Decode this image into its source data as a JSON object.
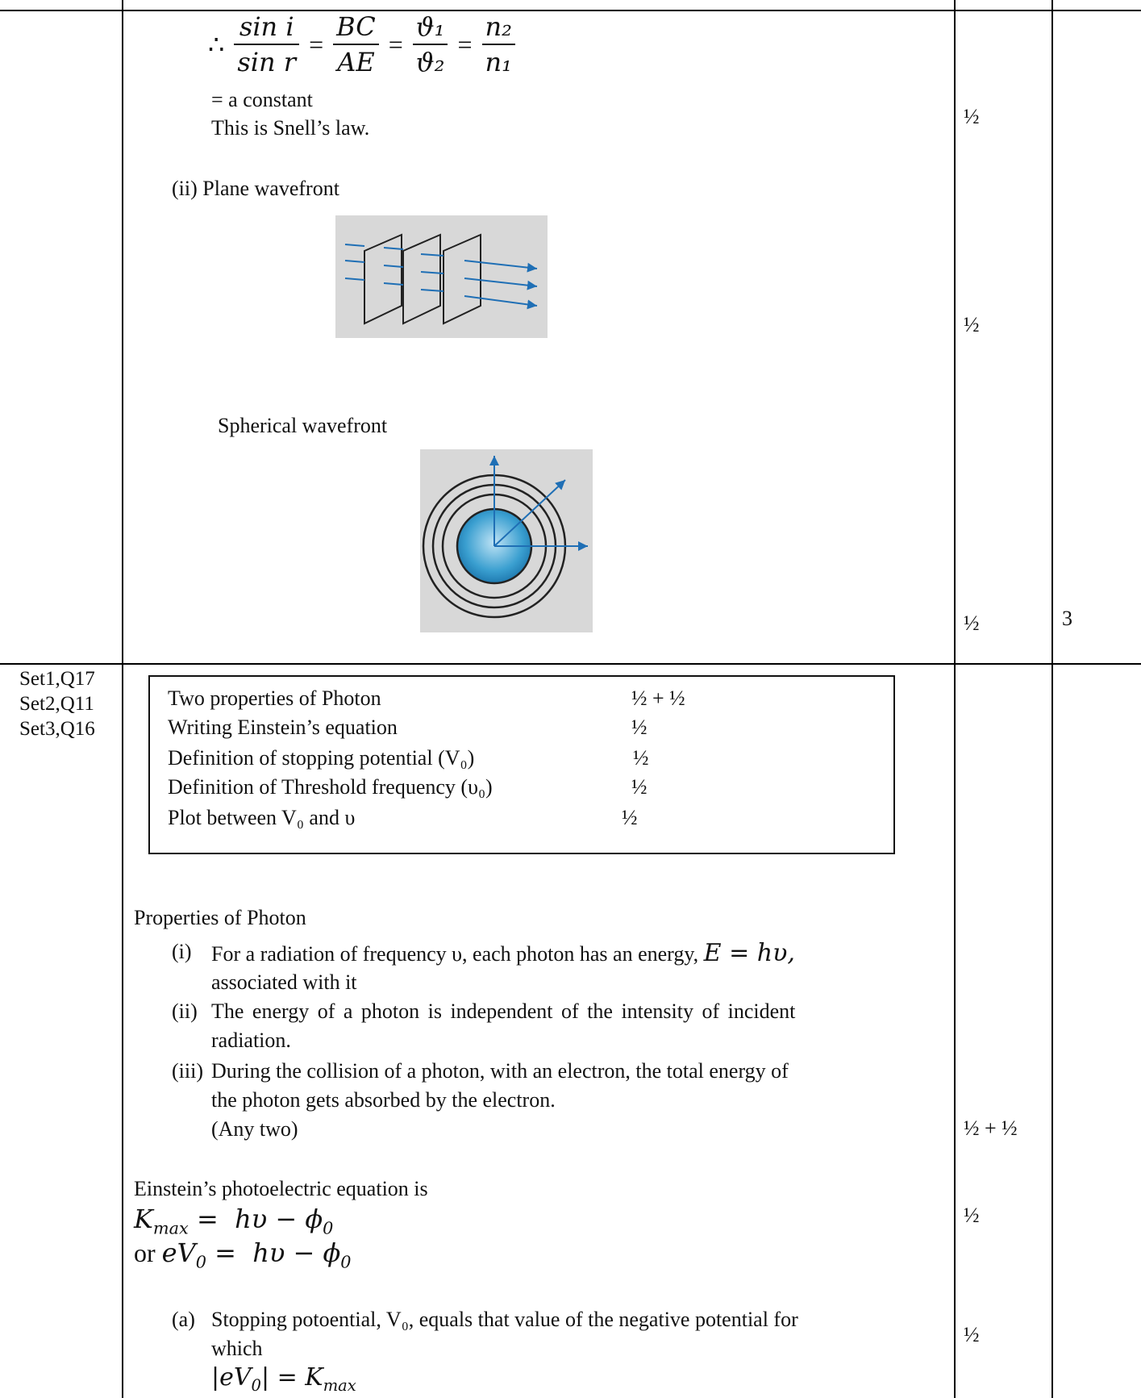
{
  "snell": {
    "therefore": "∴",
    "lhs_num": "sin i",
    "lhs_den": "sin r",
    "f2_num": "BC",
    "f2_den": "AE",
    "f3_num": "ϑ₁",
    "f3_den": "ϑ₂",
    "f4_num": "n₂",
    "f4_den": "n₁",
    "constant": "= a constant",
    "law": "This is Snell’s law.",
    "mark": "½"
  },
  "wavefronts": {
    "plane_label": "(ii)  Plane wavefront",
    "plane_mark": "½",
    "spherical_label": "Spherical wavefront",
    "spherical_mark": "½",
    "total": "3"
  },
  "question2": {
    "refs": [
      "Set1,Q17",
      "Set2,Q11",
      "Set3,Q16"
    ],
    "rubric": [
      {
        "item": "Two properties of Photon",
        "mark": "½ + ½"
      },
      {
        "item": "Writing Einstein’s equation",
        "mark": "½"
      },
      {
        "item": "Definition of stopping potential (V₀)",
        "mark": "½"
      },
      {
        "item": "Definition of Threshold frequency (υ₀)",
        "mark": "½"
      },
      {
        "item": "Plot between V₀ and υ",
        "mark": "½"
      }
    ],
    "props_heading": "Properties of Photon",
    "prop1_num": "(i)",
    "prop1_line1": "For a radiation of frequency υ, each photon has an energy, ",
    "prop1_eq": "E = hυ,",
    "prop1_line2": "associated with it",
    "prop2_num": "(ii)",
    "prop2_line1": "The energy of a photon is independent of the intensity of incident",
    "prop2_line2": "radiation.",
    "prop3_num": "(iii)",
    "prop3_line1": "During the collision of a photon, with an electron, the total energy of",
    "prop3_line2": "the photon gets absorbed by the electron.",
    "any_two": "(Any two)",
    "props_mark": "½ + ½",
    "einstein_heading": "Einstein’s photoelectric equation is",
    "eq1": "Kmax =  hυ − ϕ0",
    "eq2_prefix": "or ",
    "eq2": "eV0 =  hυ − ϕ0",
    "einstein_mark": "½",
    "stop_num": "(a)",
    "stop_line1": "Stopping potoential, V₀, equals that value of the negative potential for",
    "stop_line2": "which",
    "stop_line3": "|eV₀| = Kmax",
    "stop_mark": "½"
  }
}
